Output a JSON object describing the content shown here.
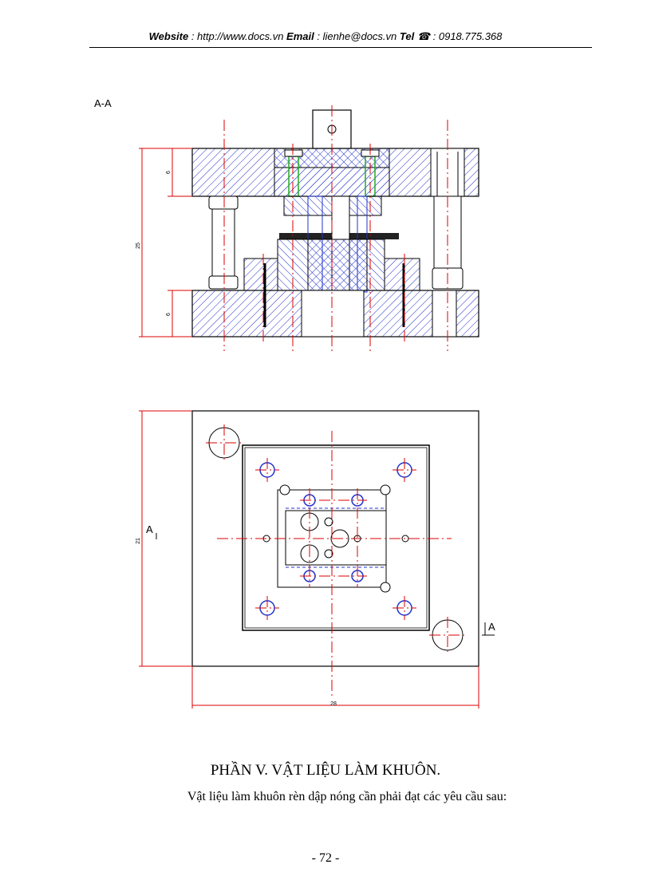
{
  "header": {
    "website_label": "Website",
    "website_value": " : http://www.docs.vn ",
    "email_label": "Email",
    "email_value": " : lienhe@docs.vn ",
    "tel_label": "Tel",
    "phone_icon": "phone-icon",
    "tel_value": " : 0918.775.368"
  },
  "drawing": {
    "section_label": "A-A",
    "dim_left_total": "25",
    "dim_top_plate": "6",
    "dim_bottom_plate": "6",
    "dim_plan_height": "21",
    "dim_plan_width": "28",
    "section_marker_left": "A",
    "section_marker_right": "A",
    "colors": {
      "hatch": "#2233cc",
      "center_line": "#dd0000",
      "dim_line": "#dd0000",
      "screw": "#22aa22"
    }
  },
  "heading": "PHẦN V.  VẬT LIỆU LÀM KHUÔN.",
  "body_text": "Vật liệu làm khuôn rèn dập nóng cần phải đạt các yêu cầu sau:",
  "page_number": "- 72 -"
}
